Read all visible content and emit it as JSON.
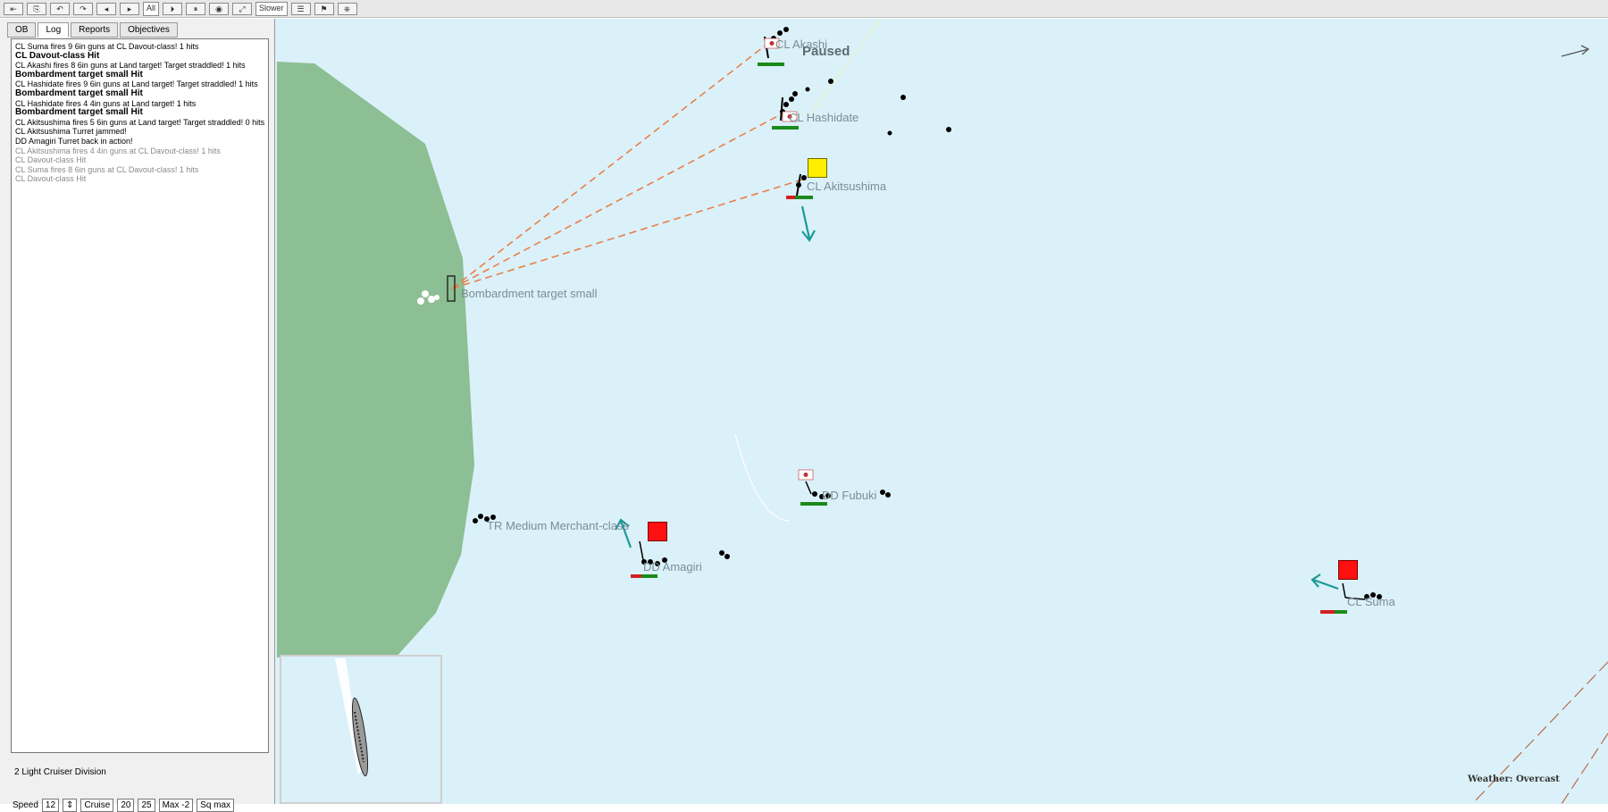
{
  "toolbar": {
    "buttons": [
      "⇤",
      "⎘",
      "↶",
      "↷",
      "◂",
      "▸",
      "⏵",
      "⏸",
      "◉",
      "⤢",
      "☰",
      "⚑",
      "⎈"
    ],
    "combo_1": "All",
    "combo_2": "Slower"
  },
  "left_panel": {
    "tabs": [
      "OB",
      "Log",
      "Reports",
      "Objectives"
    ],
    "active_tab": "Log",
    "log": [
      {
        "text": "CL Suma fires 9 6in guns at CL Davout-class! 1 hits",
        "style": "normal"
      },
      {
        "text": "CL Davout-class Hit",
        "style": "bold"
      },
      {
        "text": "CL Akashi fires 8 6in guns at Land target! Target straddled!  1 hits",
        "style": "normal"
      },
      {
        "text": "Bombardment target small Hit",
        "style": "bold"
      },
      {
        "text": "CL Hashidate fires 9 6in guns at Land target! Target straddled!  1 hits",
        "style": "normal"
      },
      {
        "text": "Bombardment target small Hit",
        "style": "bold"
      },
      {
        "text": "CL Hashidate fires 4 4in guns at Land target! 1 hits",
        "style": "normal"
      },
      {
        "text": "Bombardment target small Hit",
        "style": "bold"
      },
      {
        "text": "CL Akitsushima fires 5 6in guns at Land target! Target straddled!  0 hits",
        "style": "normal"
      },
      {
        "text": "CL Akitsushima Turret jammed!",
        "style": "normal"
      },
      {
        "text": "DD Amagiri Turret back in action!",
        "style": "normal"
      },
      {
        "text": "CL Akitsushima fires 4 4in guns at CL Davout-class! 1 hits",
        "style": "grey"
      },
      {
        "text": "CL Davout-class Hit",
        "style": "grey"
      },
      {
        "text": "CL Suma fires 8 6in guns at CL Davout-class! 1 hits",
        "style": "grey"
      },
      {
        "text": "CL Davout-class Hit",
        "style": "grey"
      }
    ],
    "division": "2 Light Cruiser Division",
    "speed_label": "Speed",
    "speed_value": "12",
    "speed_buttons": [
      "Cruise",
      "20",
      "25",
      "Max -2",
      "Sq max"
    ]
  },
  "map": {
    "paused": "Paused",
    "weather": "Weather: Overcast",
    "labels": {
      "akashi": "CL Akashi",
      "hashidate": "CL Hashidate",
      "akitsushima": "CL Akitsushima",
      "bombardment": "Bombardment target small",
      "merchant": "TR Medium Merchant-class",
      "amagiri": "DD Amagiri",
      "fubuki": "DD Fubuki",
      "suma": "CL Suma"
    },
    "colors": {
      "sea": "#dbf1f9",
      "land": "#8cbf94",
      "fire_line": "#e8804a",
      "heading_arrow": "#1a9a96",
      "enemy_flag": "#ff1010",
      "selected_flag": "#ffee00",
      "health_good": "#1a8a1a",
      "health_damaged": "#d22020"
    }
  }
}
